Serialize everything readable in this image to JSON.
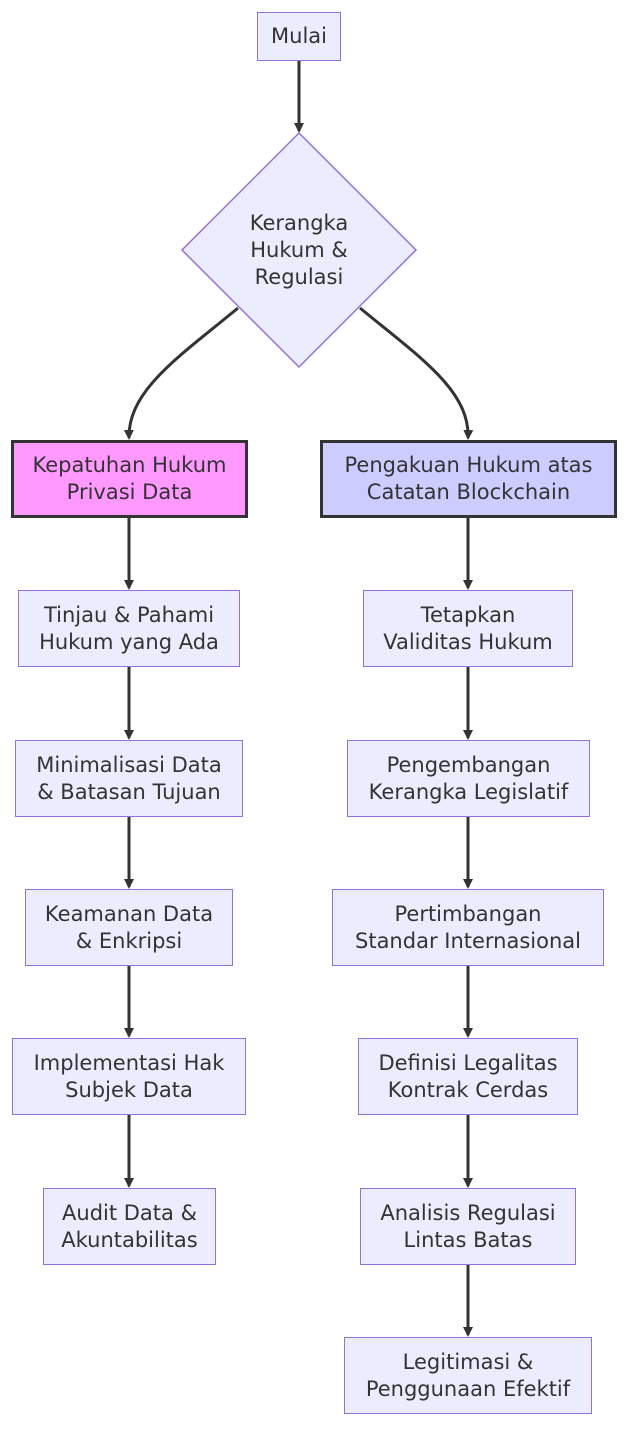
{
  "diagram": {
    "start": "Mulai",
    "decision": "Kerangka\nHukum &\nRegulasi",
    "branch_left": {
      "title": "Kepatuhan Hukum\nPrivasi Data",
      "steps": [
        "Tinjau & Pahami\nHukum yang Ada",
        "Minimalisasi Data\n& Batasan Tujuan",
        "Keamanan Data\n& Enkripsi",
        "Implementasi Hak\nSubjek Data",
        "Audit Data &\nAkuntabilitas"
      ]
    },
    "branch_right": {
      "title": "Pengakuan Hukum atas\nCatatan Blockchain",
      "steps": [
        "Tetapkan\nValiditas Hukum",
        "Pengembangan\nKerangka Legislatif",
        "Pertimbangan\nStandar Internasional",
        "Definisi Legalitas\nKontrak Cerdas",
        "Analisis Regulasi\nLintas Batas",
        "Legitimasi &\nPenggunaan Efektif"
      ]
    },
    "colors": {
      "node_fill": "#ECECFF",
      "node_stroke": "#9370DB",
      "branch_left_fill": "#FF99FF",
      "branch_right_fill": "#CCCCFF",
      "edge": "#333333"
    }
  }
}
